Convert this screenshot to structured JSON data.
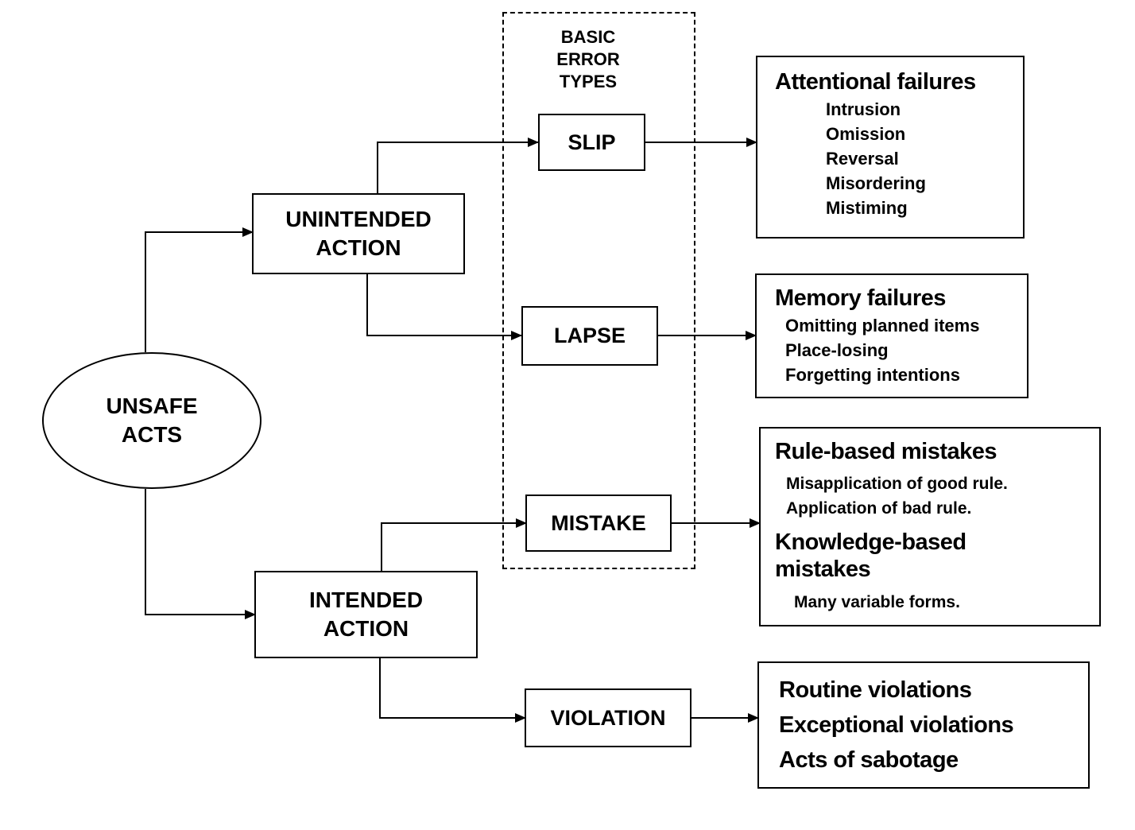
{
  "root": {
    "line1": "UNSAFE",
    "line2": "ACTS"
  },
  "actions": {
    "unintended": {
      "line1": "UNINTENDED",
      "line2": "ACTION"
    },
    "intended": {
      "line1": "INTENDED",
      "line2": "ACTION"
    }
  },
  "basic_error_types": {
    "line1": "BASIC",
    "line2": "ERROR",
    "line3": "TYPES"
  },
  "error_types": {
    "slip": "SLIP",
    "lapse": "LAPSE",
    "mistake": "MISTAKE",
    "violation": "VIOLATION"
  },
  "attentional": {
    "title": "Attentional failures",
    "items": [
      "Intrusion",
      "Omission",
      "Reversal",
      "Misordering",
      "Mistiming"
    ]
  },
  "memory": {
    "title": "Memory failures",
    "items": [
      "Omitting planned items",
      "Place-losing",
      "Forgetting intentions"
    ]
  },
  "mistakes": {
    "rule_title": "Rule-based mistakes",
    "rule_items": [
      "Misapplication of good rule.",
      "Application of bad rule."
    ],
    "knowledge_title_line1": "Knowledge-based",
    "knowledge_title_line2": "mistakes",
    "knowledge_items": [
      "Many variable forms."
    ]
  },
  "violations": {
    "items": [
      "Routine violations",
      "Exceptional violations",
      "Acts of sabotage"
    ]
  }
}
